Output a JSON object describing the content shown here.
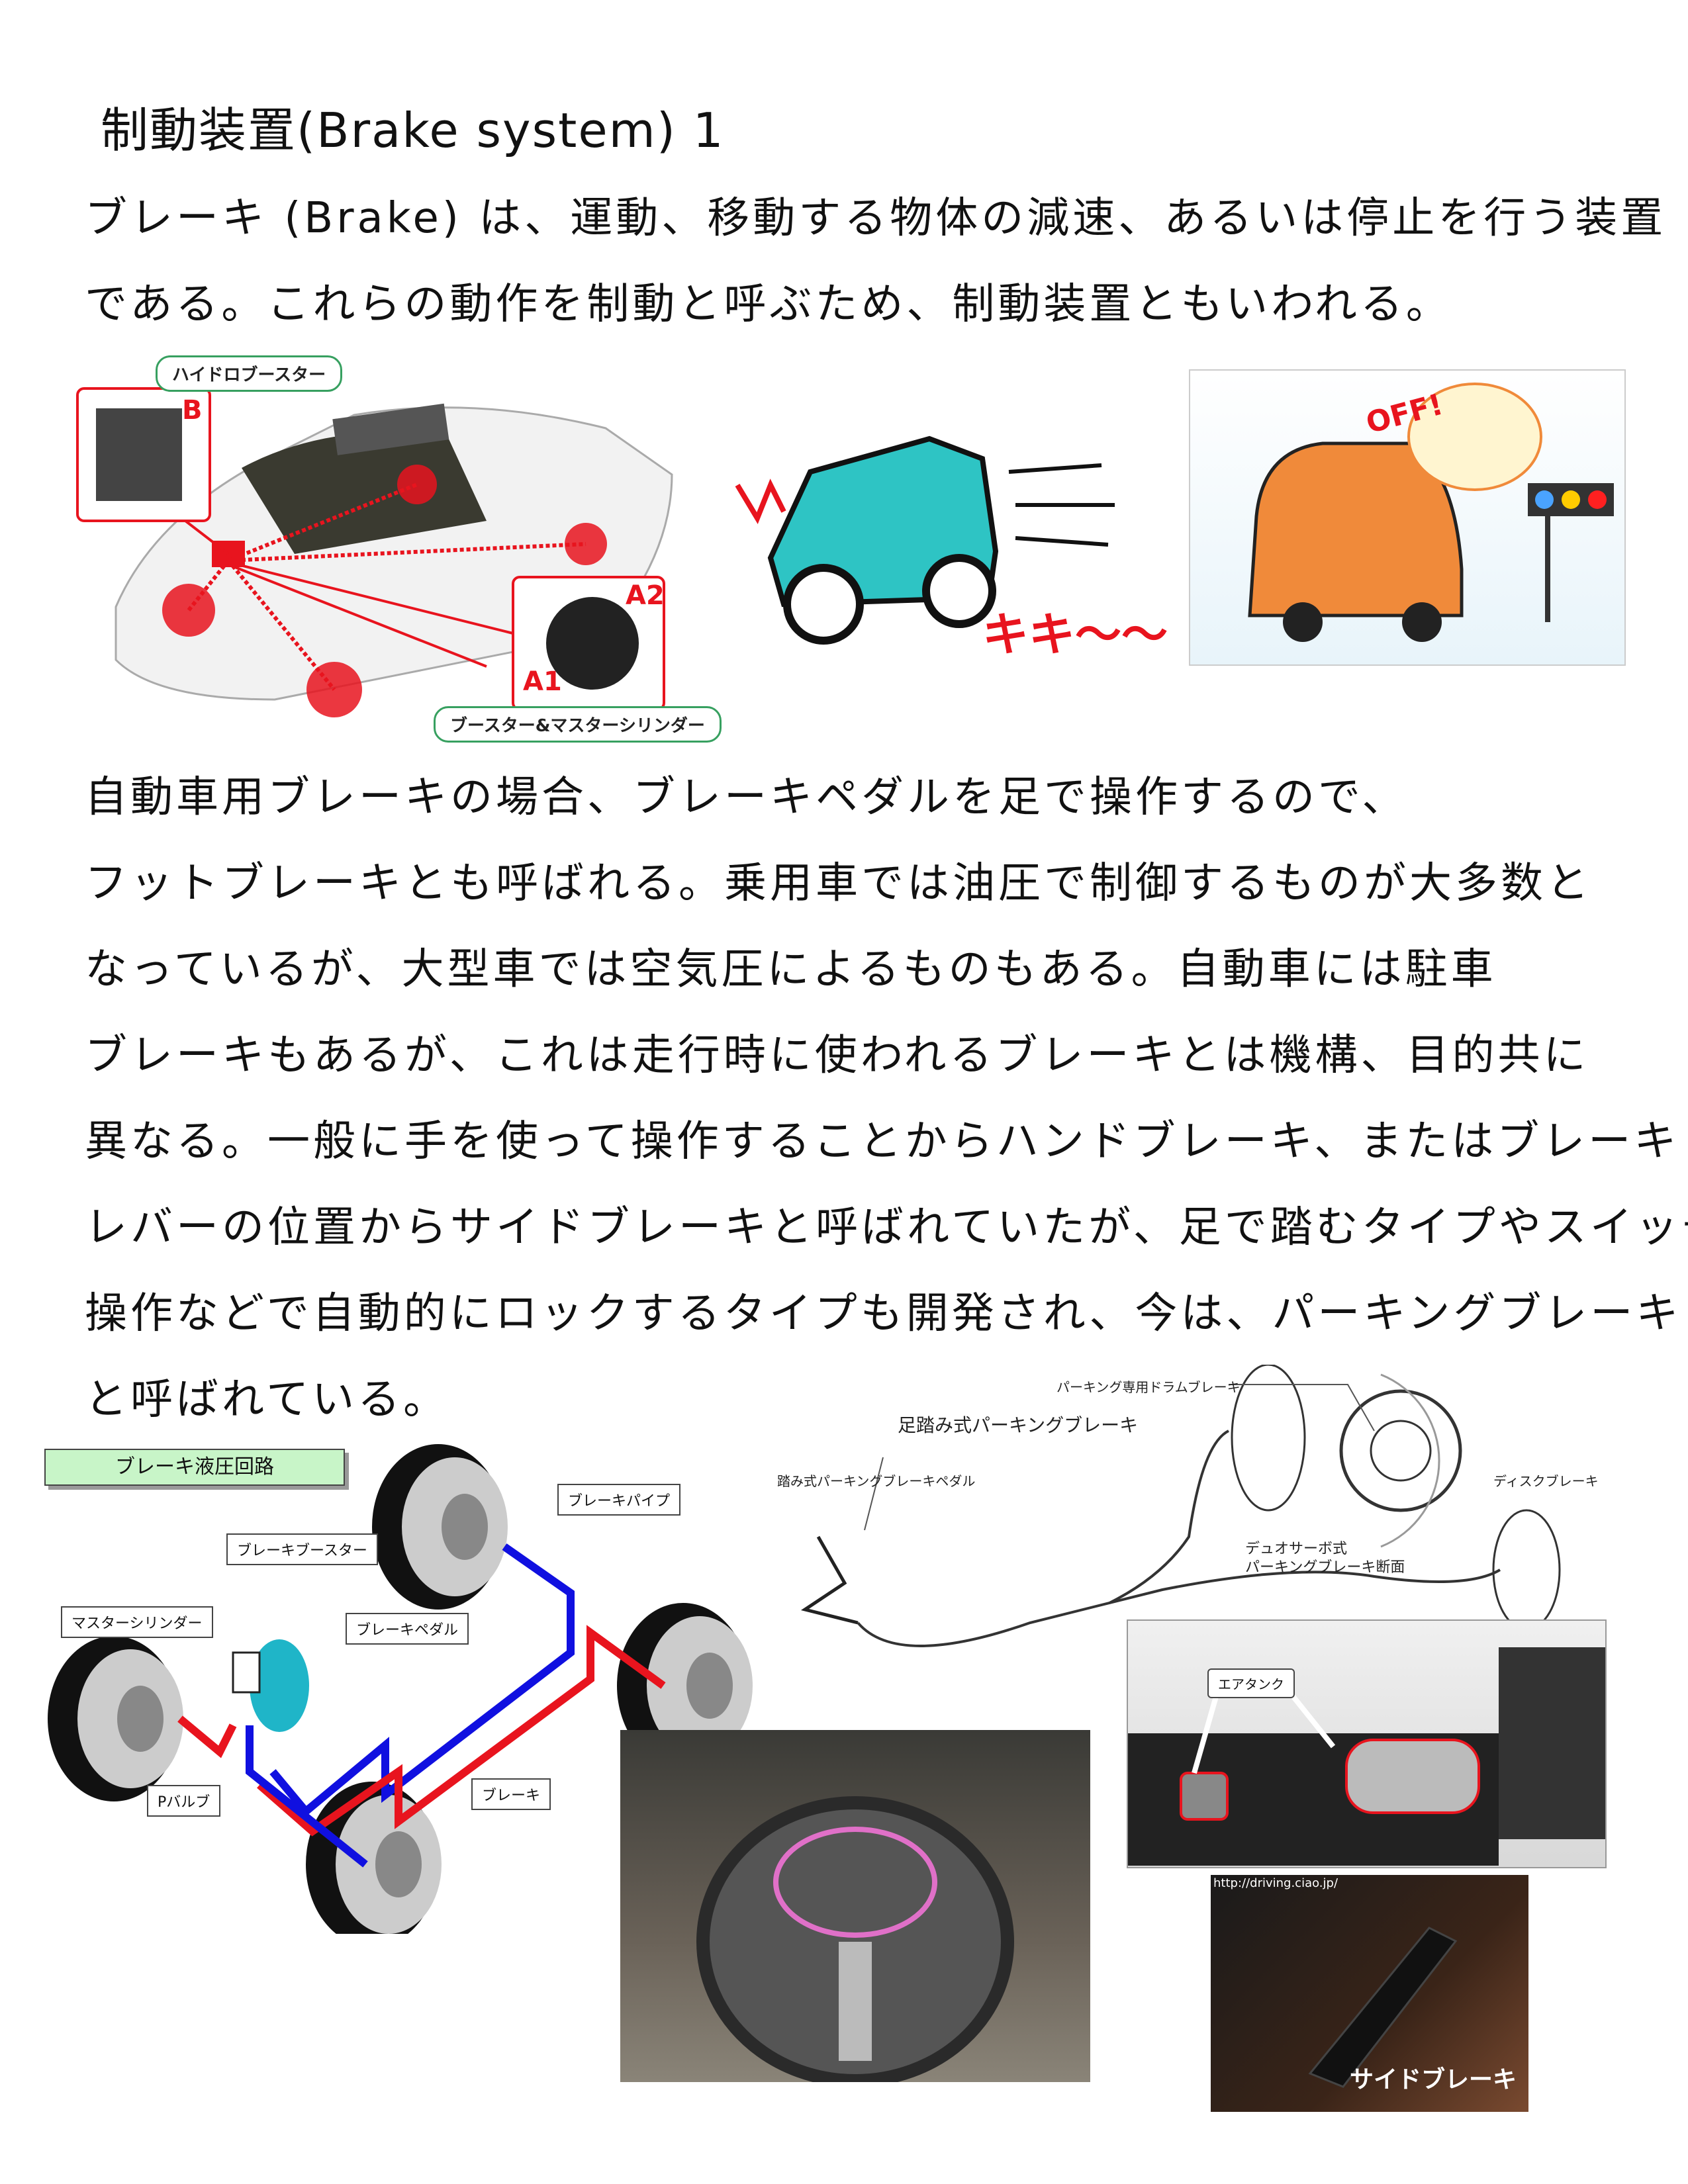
{
  "title": "制動装置(Brake system) 1",
  "paragraph1": [
    "ブレーキ (Brake) は、運動、移動する物体の減速、あるいは停止を行う装置",
    "である。これらの動作を制動と呼ぶため、制動装置ともいわれる。"
  ],
  "paragraph2": [
    "自動車用ブレーキの場合、ブレーキペダルを足で操作するので、",
    "フットブレーキとも呼ばれる。乗用車では油圧で制御するものが大多数と",
    "なっているが、大型車では空気圧によるものもある。自動車には駐車",
    "ブレーキもあるが、これは走行時に使われるブレーキとは機構、目的共に",
    "異なる。一般に手を使って操作することからハンドブレーキ、またはブレーキ",
    "レバーの位置からサイドブレーキと呼ばれていたが、足で踏むタイプやスイッチ",
    "操作などで自動的にロックするタイプも開発され、今は、パーキングブレーキ",
    "と呼ばれている。"
  ],
  "car_diagram": {
    "label_top": "ハイドロブースター",
    "label_bottom": "ブースター&マスターシリンダー",
    "marker_b": "B",
    "marker_a1": "A1",
    "marker_a2": "A2"
  },
  "cartoon_skid": {
    "sound": "キキ〜〜"
  },
  "cartoon_stop": {
    "sign": "OFF!"
  },
  "parking_diagram": {
    "title": "足踏み式パーキングブレーキ",
    "pedal": "踏み式パーキングブレーキペダル",
    "drum": "パーキング専用ドラムブレーキ",
    "disc": "ディスクブレーキ",
    "duo_line1": "デュオサーボ式",
    "duo_line2": "パーキングブレーキ断面"
  },
  "hydraulic_diagram": {
    "title": "ブレーキ液圧回路",
    "pipe": "ブレーキパイプ",
    "booster": "ブレーキブースター",
    "master": "マスターシリンダー",
    "pedal": "ブレーキペダル",
    "pvalve": "Pバルブ",
    "brake": "ブレーキ"
  },
  "truck_photo": {
    "label": "エアタンク"
  },
  "side_brake_photo": {
    "url_text": "http://driving.ciao.jp/",
    "label": "サイドブレーキ"
  },
  "colors": {
    "red": "#e8141e",
    "blue": "#1010e0",
    "green_box": "#c8f5c8",
    "teal": "#1fb5c8"
  }
}
